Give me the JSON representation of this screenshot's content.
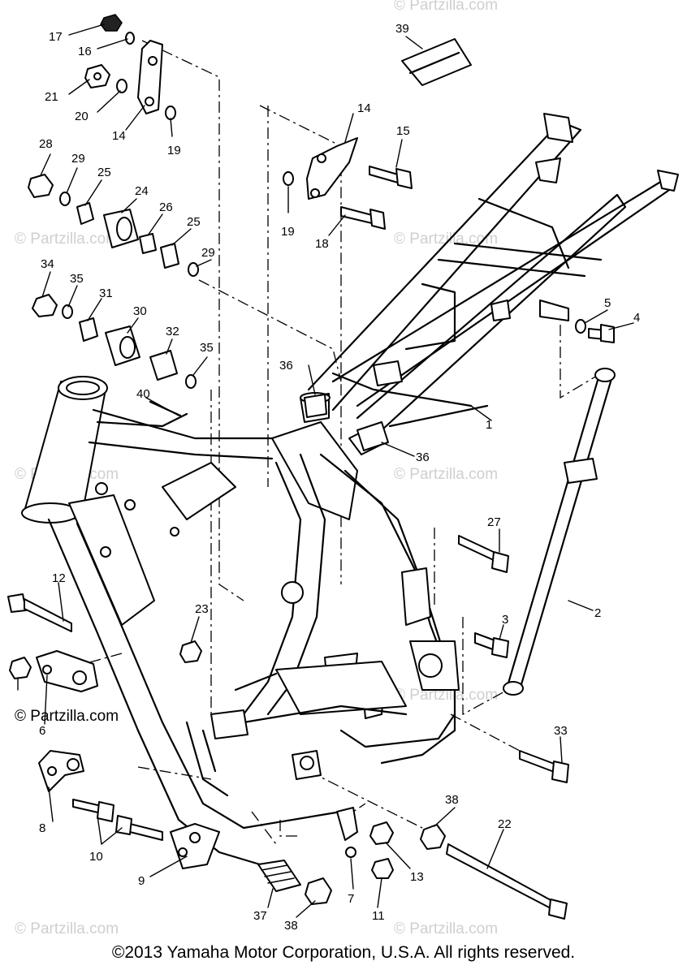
{
  "callouts": [
    "1",
    "2",
    "3",
    "4",
    "5",
    "6",
    "7",
    "8",
    "9",
    "10",
    "11",
    "12",
    "13",
    "14",
    "15",
    "16",
    "17",
    "18",
    "19",
    "20",
    "21",
    "22",
    "23",
    "24",
    "25",
    "26",
    "27",
    "28",
    "29",
    "30",
    "31",
    "32",
    "33",
    "34",
    "35",
    "36",
    "37",
    "38",
    "39",
    "40"
  ],
  "watermark": "© Partzilla.com",
  "copyright": "©2013 Yamaha Motor Corporation, U.S.A. All rights reserved."
}
